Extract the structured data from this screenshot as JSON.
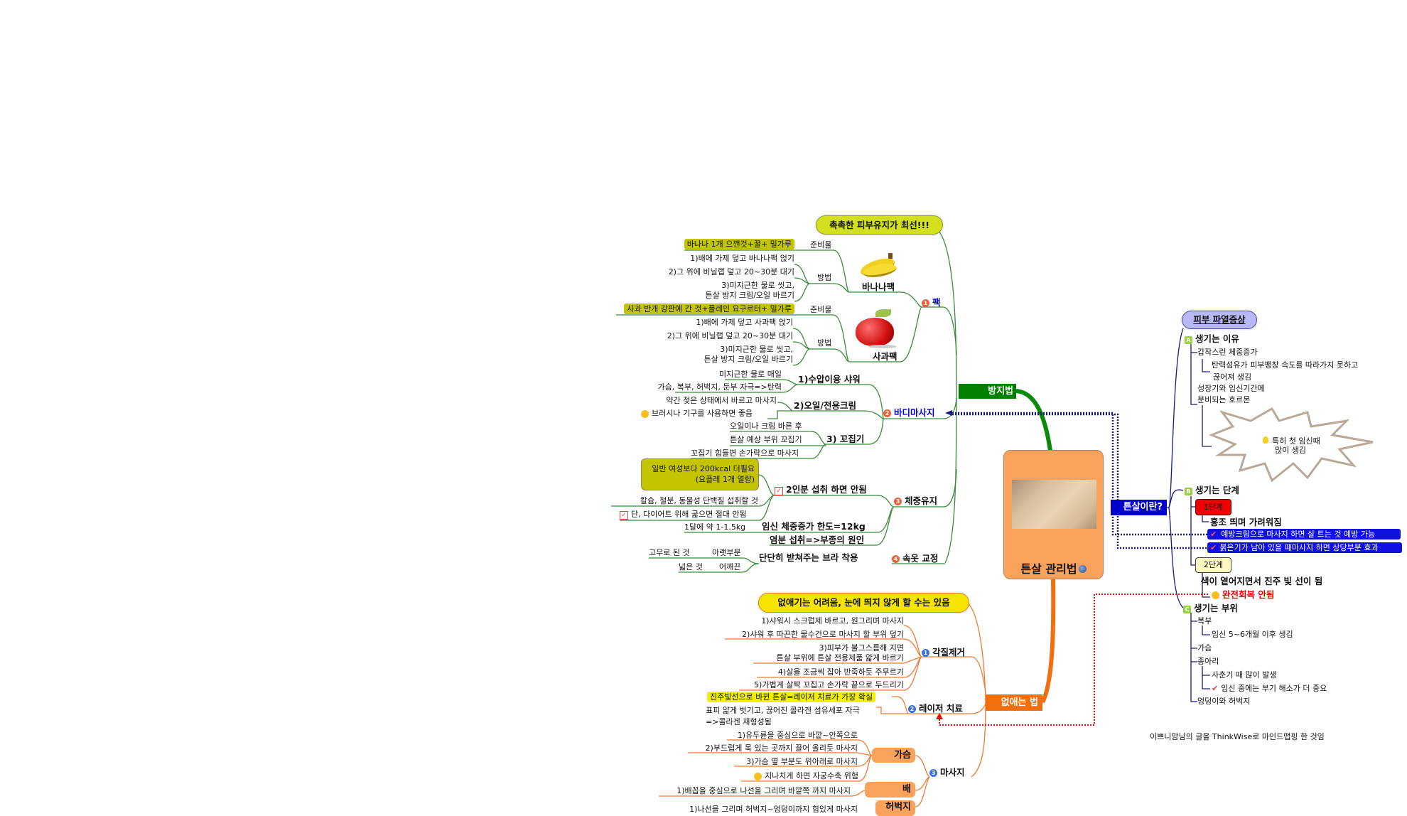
{
  "central": {
    "title": "튼살 관리법",
    "icon": "globe-icon"
  },
  "prevention": {
    "label": "방지법",
    "callout": "촉촉한 피부유지가 최선!!!",
    "pack": {
      "num": "1",
      "label": "팩",
      "banana": {
        "label": "바나나팩",
        "materials_label": "준비물",
        "materials": "바나나 1개 으깬것+꿀+ 밀가루",
        "method_label": "방법",
        "steps": [
          "1)배에 가제 덮고 바나나팩 얹기",
          "2)그 위에 비닐랩 덮고 20~30분 대기",
          "3)미지근한 물로 씻고,",
          "튼살 방지 크림/오일 바르기"
        ]
      },
      "apple": {
        "label": "사과팩",
        "materials_label": "준비물",
        "materials": "사과 반개 강판에 간 것+플레인 요구르터+ 밀가루",
        "method_label": "방법",
        "steps": [
          "1)배에 가제 덮고 사과팩 얹기",
          "2)그 위에 비닐랩 덮고 20~30분 대기",
          "3)미지근한 물로 씻고,",
          "튼살 방지 크림/오일 바르기"
        ]
      }
    },
    "body_massage": {
      "num": "2",
      "label": "바디마사지",
      "shower": {
        "label": "1)수압이용 샤워",
        "items": [
          "미지근한 물로 매일",
          "가슴, 복부, 허벅지, 둔부 자극=>탄력"
        ]
      },
      "cream": {
        "label": "2)오일/전용크림",
        "items": [
          "약간 젖은 상태에서 바르고 마사지",
          "브러시나 기구를 사용하면 좋음"
        ]
      },
      "pinch": {
        "label": "3) 꼬집기",
        "items": [
          "오일이나 크림 바른 후",
          "튼살 예상 부위 꼬집기",
          "꼬집기 힘들면 손가락으로 마사지"
        ]
      }
    },
    "weight": {
      "num": "3",
      "label": "체중유지",
      "no_double": {
        "label": "2인분 섭취 하면 안됨",
        "box": [
          "일반 여성보다 200kcal 더필요",
          "(요플레 1개 열량)"
        ],
        "items": [
          "칼슘, 철분, 동물성 단백질 섭취할 것",
          "단, 다이어트 위해 굶으면 절대 안됨"
        ]
      },
      "limit": {
        "label": "임신 체중증가 한도=12kg",
        "note": "1달에 약 1-1.5kg"
      },
      "salt": "염분 섭취=>부종의 원인"
    },
    "underwear": {
      "num": "4",
      "label": "속옷 교정",
      "bra": "단단히 받쳐주는 브라 착용",
      "parts": [
        {
          "label": "아랫부분",
          "value": "고무로 된 것"
        },
        {
          "label": "어깨끈",
          "value": "넓은 것"
        }
      ]
    }
  },
  "removal": {
    "label": "없애는 법",
    "callout": "없애기는 어려움, 눈에 띄지 않게 할 수는 있음",
    "exfoliation": {
      "num": "1",
      "label": "각질제거",
      "items": [
        "1)샤워시 스크럽제 바르고, 원그리며 마사지",
        "2)샤워 후 따끈한 물수건으로 마사지 할 부위 덮기",
        "3)피부가 불그스름해 지면",
        "튼살 부위에 튼살 전용제품 얇게 바르기",
        "4)살을 조금씩 잡아 반죽하듯 주무르기",
        "5)가볍게 살짝 꼬집고 손가락 끝으로 두드리기"
      ]
    },
    "laser": {
      "num": "2",
      "label": "레이저 치료",
      "highlight": "진주빛선으로 바뀐 튼살=레이저 치료가 가장 확실",
      "items": [
        "표피 얇게 벗기고, 끊어진 콜라겐 섬유세포 자극",
        "=>콜라겐 재형성됨"
      ]
    },
    "massage": {
      "num": "3",
      "label": "마사지",
      "chest": {
        "label": "가슴",
        "items": [
          "1)유두륜을 중심으로 바깥~안쪽으로",
          "2)부드럽게 목 있는 곳까지 끌어 올리듯 마사지",
          "3)가슴 옆 부분도 위아래로 마사지",
          "지나치게 하면 자궁수축 위험"
        ]
      },
      "belly": {
        "label": "배",
        "items": [
          "1)배꼽을 중심으로 나선을 그리며 바깥쪽 까지 마사지"
        ]
      },
      "thigh": {
        "label": "허벅지",
        "items": [
          "1)나선을 그리며 허벅지~엉덩이까지 힘있게 마사지"
        ]
      }
    }
  },
  "about": {
    "label": "튼살이란?",
    "callout": "피부 파열증상",
    "causes": {
      "marker": "A",
      "label": "생기는 이유",
      "items": [
        "갑작스런 체중증가",
        "탄력섬유가 피부팽창 속도를 따라가지 못하고",
        "끊어져 생김",
        "성장기와 임신기간에",
        "분비되는 호르몬"
      ],
      "burst": [
        "특히 첫 임신때",
        "많이 생김"
      ]
    },
    "stages": {
      "marker": "B",
      "label": "생기는 단계",
      "stage1": {
        "label": "1단계",
        "desc": "홍조 띄며 가려워짐",
        "notes": [
          "예방크림으로 마사지 하면 살 트는 것 예방 가능",
          "붉은기가 남아 있을 때마사지 하면 상당부분 효과"
        ]
      },
      "stage2": {
        "label": "2단계",
        "desc": "색이 옅어지면서 진주 빛 선이 됨",
        "warning": "완전회복 안됨"
      }
    },
    "locations": {
      "marker": "C",
      "label": "생기는 부위",
      "items": [
        "복부",
        "임신 5~6개월 이후 생김",
        "가슴",
        "종아리",
        "사춘기 때 많이 발생",
        "임신 중에는 부기 해소가 더 중요",
        "엉덩이와 허벅지"
      ]
    }
  },
  "footer": "이쁘니맘님의 글을 ThinkWise로 마인드맵핑 한 것임",
  "colors": {
    "prevention": "#008000",
    "removal": "#f07010",
    "about": "#0000cc",
    "central": "#f9a25c",
    "stage1": "#ee0000",
    "stage2": "#fff8c0"
  }
}
